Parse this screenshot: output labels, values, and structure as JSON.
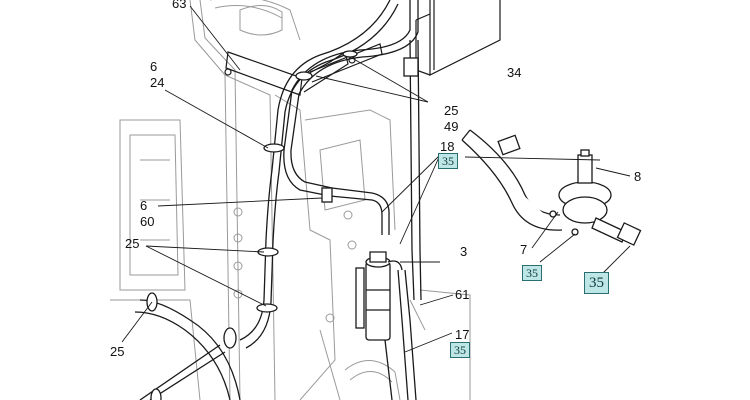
{
  "callouts": {
    "c63": "63",
    "c6a": "6",
    "c24": "24",
    "c34": "34",
    "c25a": "25",
    "c49": "49",
    "c18": "18",
    "c8": "8",
    "c6b": "6",
    "c60": "60",
    "c25b": "25",
    "c3": "3",
    "c7": "7",
    "c61": "61",
    "c25c": "25",
    "c17": "17"
  },
  "badges": {
    "b18": "35",
    "b7": "35",
    "bvalve": "35",
    "b17": "35"
  },
  "colors": {
    "line": "#1a1a1a",
    "ghost": "#9a9a9a",
    "badge_fill": "#bfe6e6",
    "badge_border": "#2a6f6f"
  }
}
